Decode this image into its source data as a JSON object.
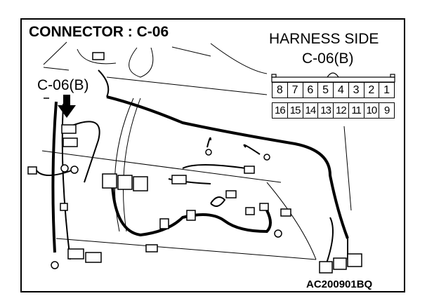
{
  "title": "CONNECTOR : C-06",
  "harness_side": {
    "label": "HARNESS SIDE",
    "connector": "C-06(B)"
  },
  "callout_label": "C-06(B)",
  "pins": {
    "top_row": [
      "8",
      "7",
      "6",
      "5",
      "4",
      "3",
      "2",
      "1"
    ],
    "bottom_row": [
      "16",
      "15",
      "14",
      "13",
      "12",
      "11",
      "10",
      "9"
    ]
  },
  "figure_code": "AC200901BQ"
}
